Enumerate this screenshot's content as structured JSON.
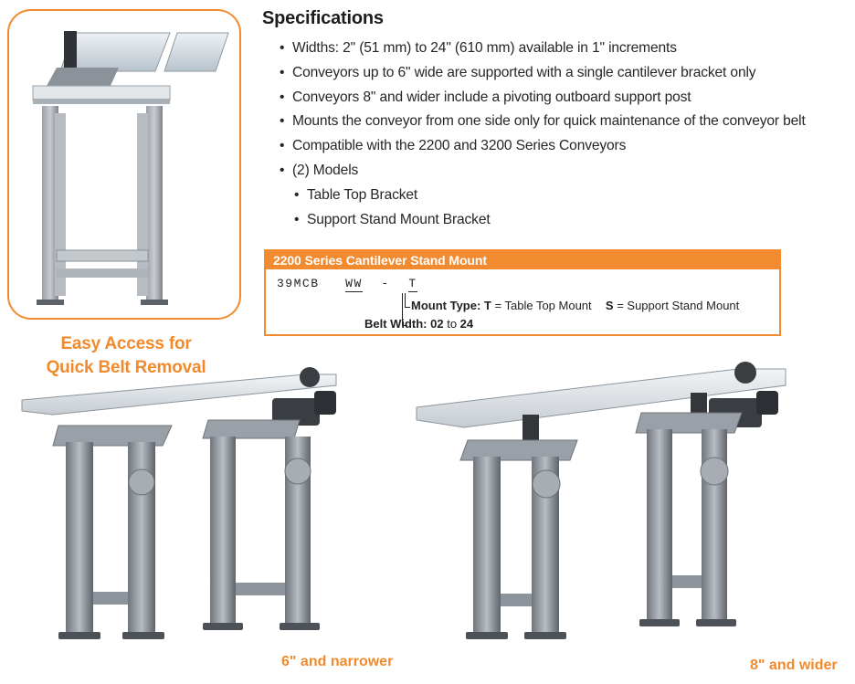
{
  "hero": {
    "caption_line1": "Easy Access for",
    "caption_line2": "Quick Belt Removal"
  },
  "specs": {
    "title": "Specifications",
    "items": [
      "Widths: 2\" (51 mm) to 24\" (610 mm) available in 1\" increments",
      "Conveyors up to 6\" wide are supported with a single cantilever bracket only",
      "Conveyors 8\" and wider include a pivoting outboard support post",
      "Mounts the conveyor from one side only for quick maintenance of the conveyor belt",
      "Compatible with the 2200 and 3200 Series Conveyors",
      "(2) Models"
    ],
    "sub_items": [
      "Table Top Bracket",
      "Support Stand Mount Bracket"
    ],
    "bullet": "•"
  },
  "part_number": {
    "header": "2200 Series Cantilever Stand Mount",
    "prefix": "39MCB",
    "width_code": "WW",
    "separator": "-",
    "mount_code": "T",
    "mount_type_label": "Mount Type:",
    "mount_t_code": "T",
    "mount_t_text": "= Table Top Mount",
    "mount_s_code": "S",
    "mount_s_text": "= Support Stand Mount",
    "belt_width_label": "Belt Width:",
    "belt_width_min": "02",
    "belt_width_to": "to",
    "belt_width_max": "24"
  },
  "captions": {
    "narrow": "6\" and narrower",
    "wide": "8\" and wider"
  },
  "colors": {
    "accent_orange": "#f28a30",
    "caption_orange": "#f08a2c",
    "frame_gray": "#7b7f86",
    "belt_light": "#dde3e8",
    "motor_dark": "#3a3d42"
  }
}
